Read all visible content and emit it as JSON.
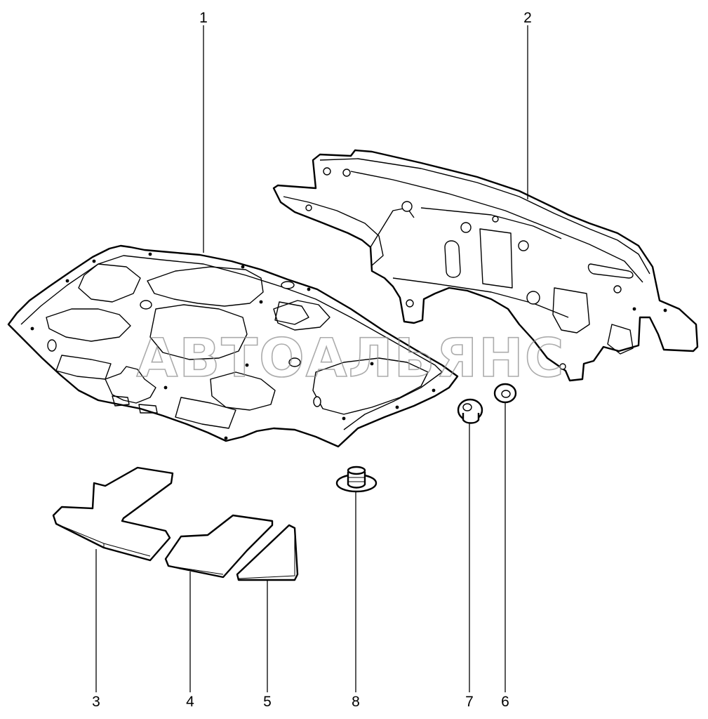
{
  "diagram": {
    "callouts": [
      {
        "id": "1",
        "label": "1"
      },
      {
        "id": "2",
        "label": "2"
      },
      {
        "id": "3",
        "label": "3"
      },
      {
        "id": "4",
        "label": "4"
      },
      {
        "id": "5",
        "label": "5"
      },
      {
        "id": "6",
        "label": "6"
      },
      {
        "id": "7",
        "label": "7"
      },
      {
        "id": "8",
        "label": "8"
      }
    ],
    "watermark": "АВТОАЛЬЯНС"
  }
}
